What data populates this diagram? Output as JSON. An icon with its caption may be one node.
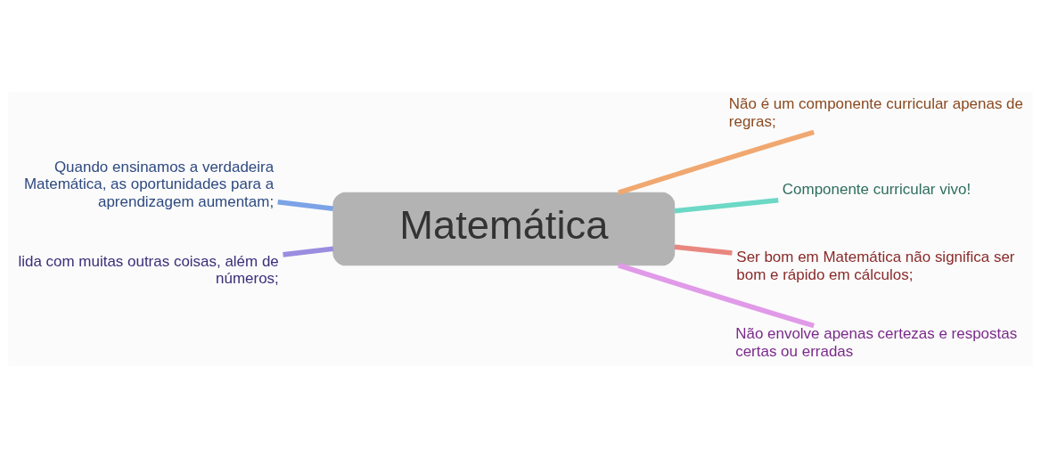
{
  "diagram": {
    "nodes": [
      {
        "text": [
          "Matemática"
        ]
      },
      {
        "text": [
          "Quando ensinamos a verdadeira Matemática, as oportunidades para a aprendizagem aumentam;"
        ]
      },
      {
        "text": [
          "Não é um componente curricular apenas de regras;"
        ]
      },
      {
        "text": [
          "Componente curricular vivo!"
        ]
      },
      {
        "text": [
          "Ser bom em Matemática não significa ser bom e rápido em cálculos;"
        ]
      },
      {
        "text": [
          "lida com muitas outras coisas, além de números;"
        ]
      },
      {
        "text": [
          "Não envolve apenas certezas e respostas certas ou erradas"
        ]
      }
    ],
    "edges": [
      {
        "from": 1,
        "to": 0,
        "arrow": "none",
        "color": "#7ba3e6"
      },
      {
        "from": 0,
        "to": 2,
        "arrow": "none",
        "color": "#f0a870"
      },
      {
        "from": 0,
        "to": 3,
        "arrow": "none",
        "color": "#6cd8c6"
      },
      {
        "from": 0,
        "to": 4,
        "arrow": "none",
        "color": "#e8877f"
      },
      {
        "from": 5,
        "to": 0,
        "arrow": "none",
        "color": "#9a8de0"
      },
      {
        "from": 0,
        "to": 6,
        "arrow": "none",
        "color": "#e09ae8"
      }
    ]
  }
}
